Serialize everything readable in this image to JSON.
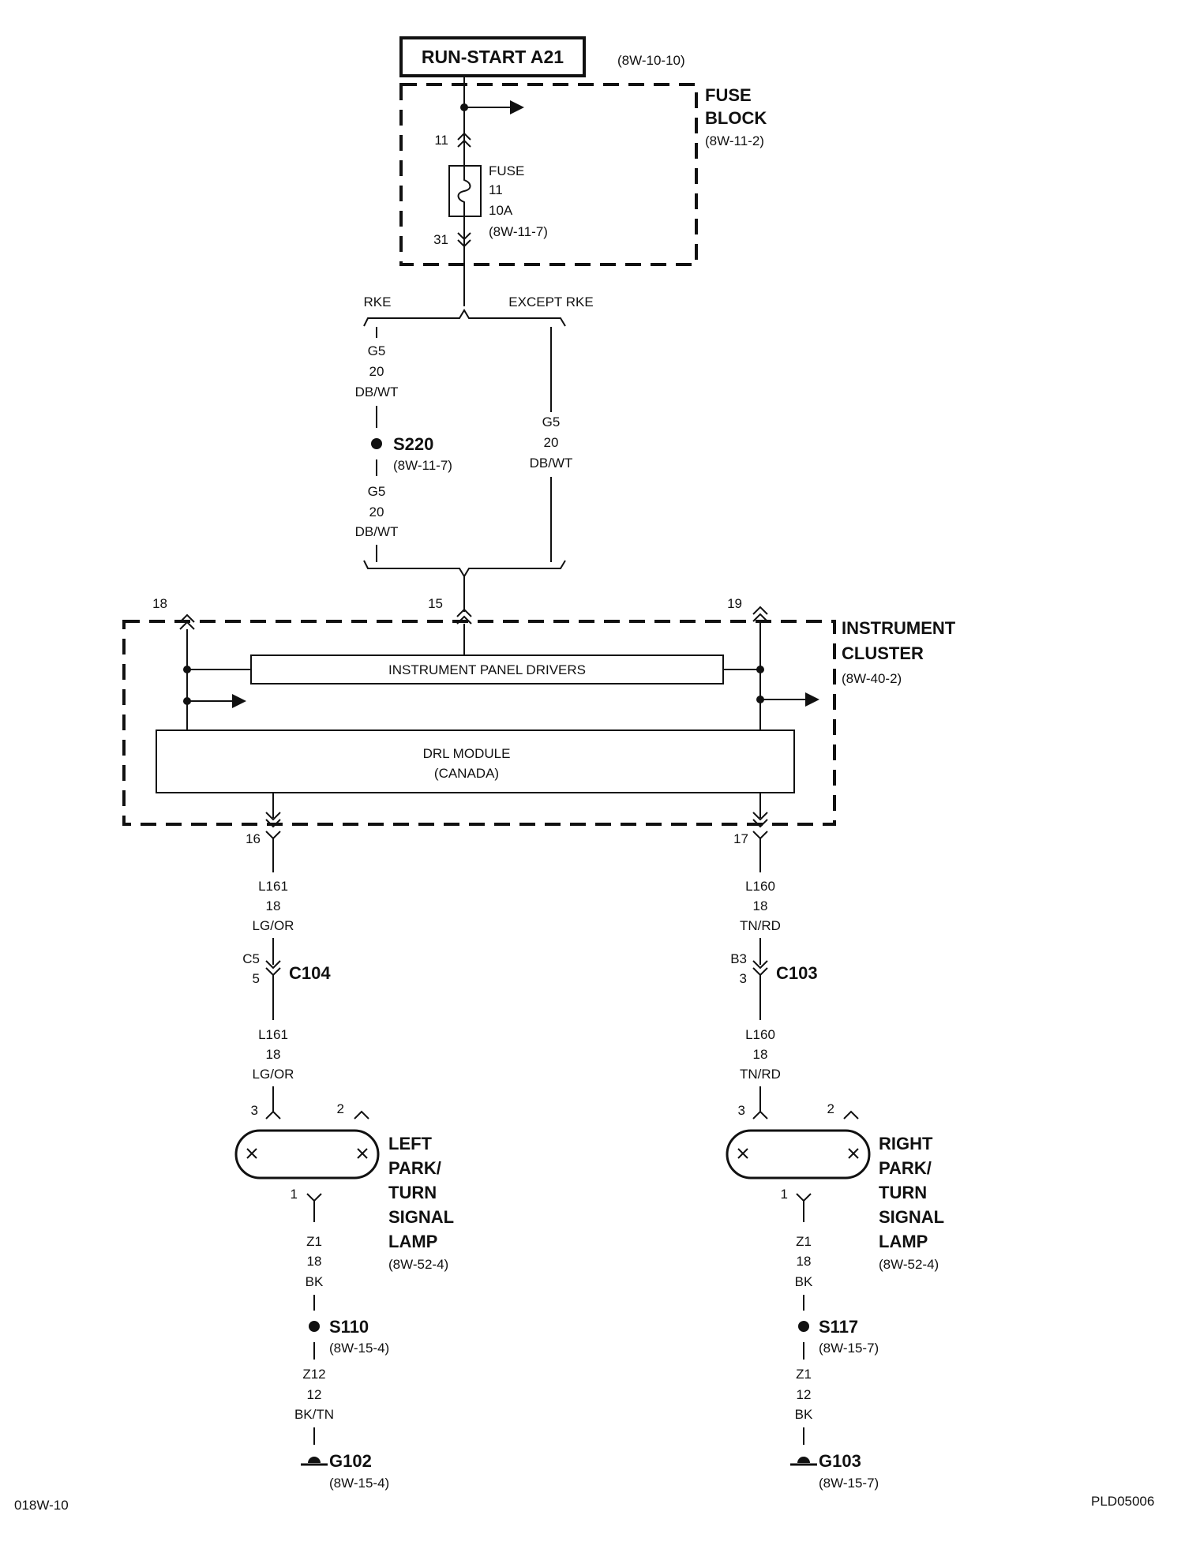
{
  "source": {
    "label": "RUN-START A21",
    "ref": "(8W-10-10)"
  },
  "fuse_block": {
    "name_line1": "FUSE",
    "name_line2": "BLOCK",
    "ref": "(8W-11-2)",
    "pin_in": "11",
    "pin_out": "31",
    "fuse_line1": "FUSE",
    "fuse_line2": "11",
    "fuse_line3": "10A",
    "fuse_ref": "(8W-11-7)"
  },
  "branches": {
    "rke": "RKE",
    "except_rke": "EXCEPT RKE"
  },
  "wire_g5_rke_top": {
    "circuit": "G5",
    "gauge": "20",
    "color": "DB/WT"
  },
  "splice_s220": {
    "label": "S220",
    "ref": "(8W-11-7)"
  },
  "wire_g5_rke_bottom": {
    "circuit": "G5",
    "gauge": "20",
    "color": "DB/WT"
  },
  "wire_g5_except": {
    "circuit": "G5",
    "gauge": "20",
    "color": "DB/WT"
  },
  "cluster": {
    "name_line1": "INSTRUMENT",
    "name_line2": "CLUSTER",
    "ref": "(8W-40-2)",
    "pin_18": "18",
    "pin_15": "15",
    "pin_19": "19",
    "pin_16": "16",
    "pin_17": "17",
    "ipd_label": "INSTRUMENT PANEL DRIVERS",
    "drl_line1": "DRL MODULE",
    "drl_line2": "(CANADA)"
  },
  "left": {
    "wire_top": {
      "circuit": "L161",
      "gauge": "18",
      "color": "LG/OR"
    },
    "connector": {
      "label": "C104",
      "cavity_top": "C5",
      "cavity_bottom": "5"
    },
    "wire_mid": {
      "circuit": "L161",
      "gauge": "18",
      "color": "LG/OR"
    },
    "lamp": {
      "pin_3": "3",
      "pin_2": "2",
      "pin_1": "1",
      "line1": "LEFT",
      "line2": "PARK/",
      "line3": "TURN",
      "line4": "SIGNAL",
      "line5": "LAMP",
      "ref": "(8W-52-4)"
    },
    "wire_z1": {
      "circuit": "Z1",
      "gauge": "18",
      "color": "BK"
    },
    "splice": {
      "label": "S110",
      "ref": "(8W-15-4)"
    },
    "wire_ground": {
      "circuit": "Z12",
      "gauge": "12",
      "color": "BK/TN"
    },
    "ground": {
      "label": "G102",
      "ref": "(8W-15-4)"
    }
  },
  "right": {
    "wire_top": {
      "circuit": "L160",
      "gauge": "18",
      "color": "TN/RD"
    },
    "connector": {
      "label": "C103",
      "cavity_top": "B3",
      "cavity_bottom": "3"
    },
    "wire_mid": {
      "circuit": "L160",
      "gauge": "18",
      "color": "TN/RD"
    },
    "lamp": {
      "pin_3": "3",
      "pin_2": "2",
      "pin_1": "1",
      "line1": "RIGHT",
      "line2": "PARK/",
      "line3": "TURN",
      "line4": "SIGNAL",
      "line5": "LAMP",
      "ref": "(8W-52-4)"
    },
    "wire_z1": {
      "circuit": "Z1",
      "gauge": "18",
      "color": "BK"
    },
    "splice": {
      "label": "S117",
      "ref": "(8W-15-7)"
    },
    "wire_ground": {
      "circuit": "Z1",
      "gauge": "12",
      "color": "BK"
    },
    "ground": {
      "label": "G103",
      "ref": "(8W-15-7)"
    }
  },
  "footer": {
    "page_id": "018W-10",
    "drawing_id": "PLD05006"
  }
}
